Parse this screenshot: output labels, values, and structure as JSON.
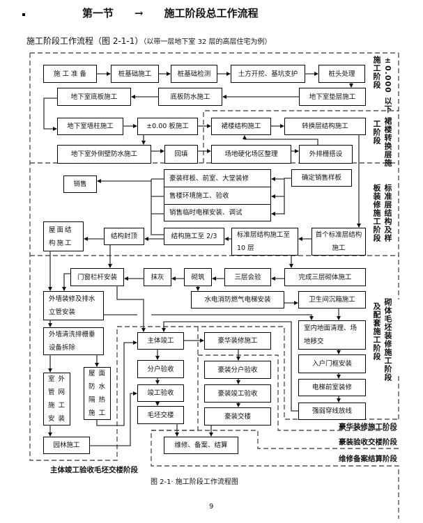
{
  "header": {
    "section": "第一节",
    "arrow": "→",
    "title": "施工阶段总工作流程",
    "intro_main": "施工阶段工作流程（图 2-1-1）",
    "intro_note": "（以带一层地下室 32 层的高层住宅为例）"
  },
  "flow": {
    "boxes": [
      "施 工 准 备",
      "桩基础施工",
      "桩基础检测",
      "土方开挖、基坑支护",
      "桩头处理",
      "地下室底板施工",
      "底板防水施工",
      "地下室垫层施工",
      "地下室墙柱施工",
      "±0.00 板施工",
      "裙楼结构施工",
      "转换层结构施工",
      "地下室外侧壁防水施工",
      "回填",
      "场地硬化场区整理",
      "外排栅搭设",
      "销售",
      "豪装样板、前室、大堂装修",
      "售楼环境施工、验收",
      "销售临时电梯安装、调试",
      "确定销售样板",
      "屋面结构施工",
      "结构封顶",
      "结构施工至 2/3",
      "标准层结构施工至 10 层",
      "首个标准层结构施工",
      "门窗栏杆安装",
      "抹灰",
      "砌筑",
      "三层会验",
      "完成三层砌体施工",
      "外墙装修及排水立管安装",
      "水电消防燃气电梯安装",
      "卫生间沉箱施工",
      "外墙清洗排栅垂设备拆除",
      "主体竣工",
      "豪华装修施工",
      "室内地面清理、场地移交",
      "分户验收",
      "竣工验收",
      "毛坯交楼",
      "豪装分户验收",
      "豪装竣工验收",
      "豪装交楼",
      "入户门框安装",
      "电梯前室装修",
      "强弱穿线放线",
      "室外管网施工安装",
      "屋面防水隔热施工",
      "园林施工",
      "维修、备案、结算"
    ]
  },
  "stages": {
    "s1_col1": "±0.000 以下",
    "s1_col2": "施工阶段",
    "s2_col1": "裙楼转换层施",
    "s2_col2": "工阶段",
    "s3_col1": "标准层结构及样",
    "s3_col2": "板装修施工阶段",
    "s4_col1": "砌体毛坯装修施工阶段",
    "s4_col2": "及配套施工阶段",
    "luxury": "豪华装修施工阶段",
    "luxury_handover": "豪装验收交楼阶段",
    "maintenance": "维修备案结算阶段",
    "main_completion": "主体竣工验收毛坯交楼阶段"
  },
  "footer": {
    "caption": "图 2-1· 施工阶段工作流程图",
    "page": "9"
  }
}
